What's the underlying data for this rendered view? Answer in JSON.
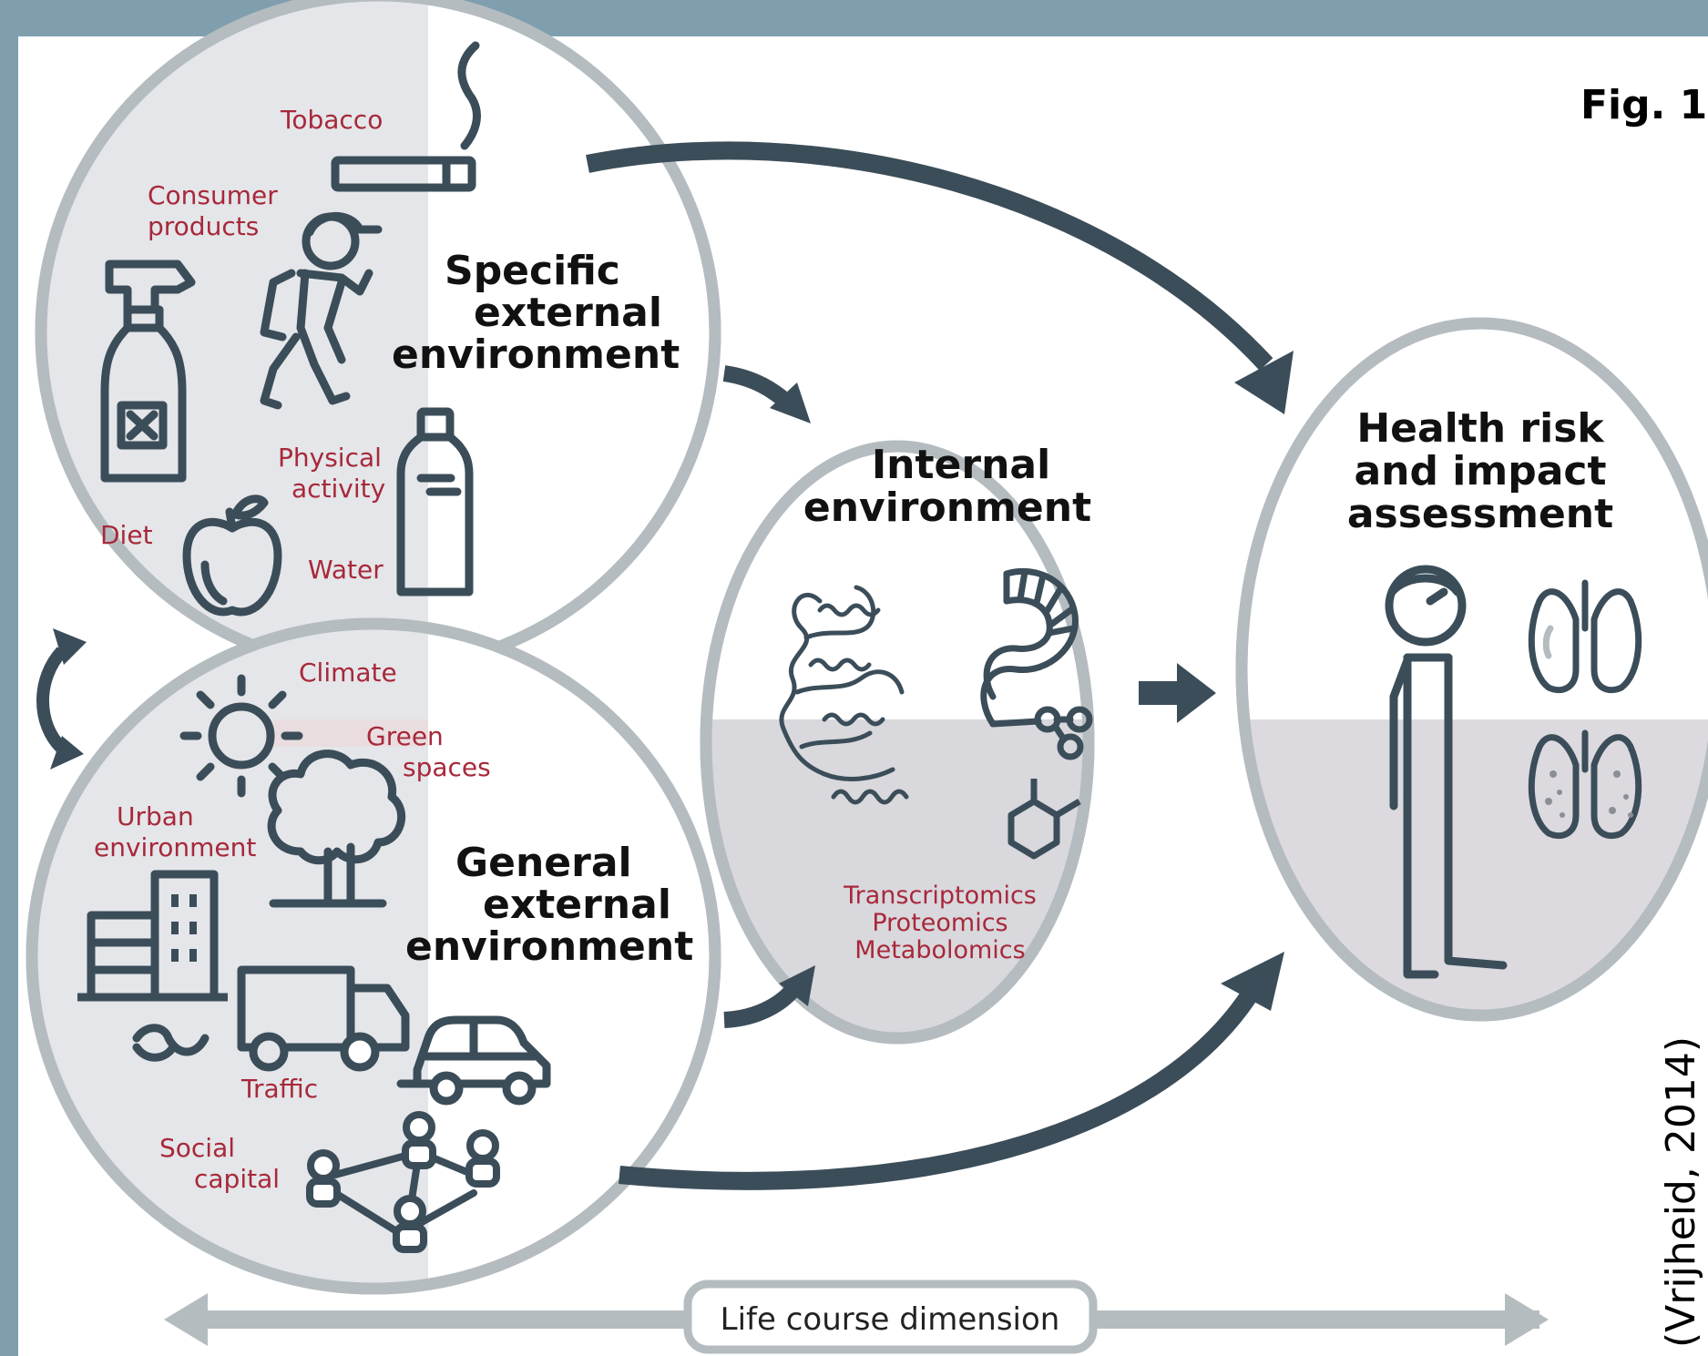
{
  "figure_label": "Fig. 1",
  "citation": "(Vrijheid, 2014)",
  "specific": {
    "title_lines": [
      "Specific",
      "external",
      "environment"
    ],
    "labels": {
      "tobacco": "Tobacco",
      "consumer_line1": "Consumer",
      "consumer_line2": "products",
      "physical_line1": "Physical",
      "physical_line2": "activity",
      "diet": "Diet",
      "water": "Water"
    }
  },
  "general": {
    "title_lines": [
      "General",
      "external",
      "environment"
    ],
    "labels": {
      "climate": "Climate",
      "green_line1": "Green",
      "green_line2": "spaces",
      "urban_line1": "Urban",
      "urban_line2": "environment",
      "traffic": "Traffic",
      "social_line1": "Social",
      "social_line2": "capital"
    }
  },
  "internal": {
    "title_lines": [
      "Internal",
      "environment"
    ],
    "omics": [
      "Transcriptomics",
      "Proteomics",
      "Metabolomics"
    ]
  },
  "health": {
    "title_lines": [
      "Health risk",
      "and impact",
      "assessment"
    ]
  },
  "life_course": "Life course dimension",
  "colors": {
    "frame": "#7f9fae",
    "panel": "#ffffff",
    "circle_fill": "#e6e7ea",
    "circle_stroke": "#b5bcc0",
    "arrow": "#3b4d59",
    "icon": "#3b4d59",
    "accent_text": "#a8283a",
    "title_text": "#111111",
    "band": "#d9d9de",
    "life_arrow": "#b5bcc0"
  }
}
